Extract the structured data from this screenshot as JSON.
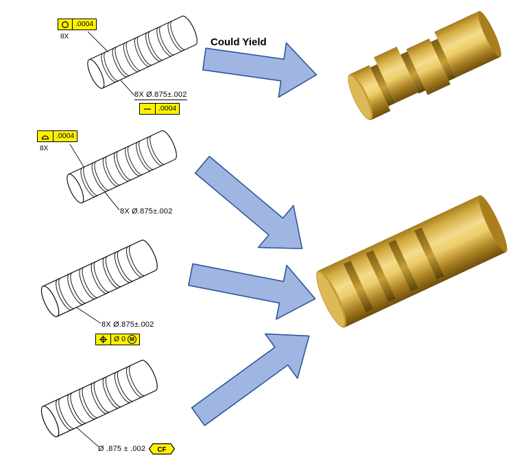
{
  "colors": {
    "highlight-yellow": "#FFF200",
    "arrow-fill": "#9FB6E2",
    "arrow-stroke": "#2F5597",
    "gold": "#D4AF37",
    "line-ink": "#000000"
  },
  "arrow_label": {
    "could_yield": "Could Yield"
  },
  "icons": {
    "row1_symbol": "circularity-icon",
    "row1_secondary_symbol": "straightness-icon",
    "row2_symbol": "profile-of-surface-icon",
    "row3_symbol": "position-icon",
    "row3_modifier": "mmc-circle-m-icon",
    "row4_symbol": "cf-hexagon"
  },
  "callouts": {
    "circularity": {
      "count": "8X",
      "tolerance": ".0004",
      "dimension": "8X Ø.875±.002",
      "straightness_tolerance": ".0004"
    },
    "profile": {
      "count": "8X",
      "tolerance": ".0004",
      "dimension": "8X Ø.875±.002"
    },
    "position": {
      "dimension": "8X Ø.875±.002",
      "tolerance_text": "Ø 0",
      "modifier": "M"
    },
    "continuous_feature": {
      "dimension": "Ø .875 ± .002",
      "cf_label": "CF"
    }
  }
}
